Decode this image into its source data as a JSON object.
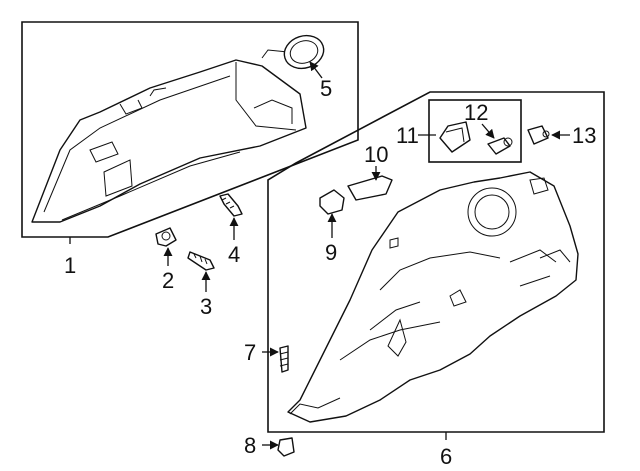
{
  "callouts": {
    "c1": "1",
    "c2": "2",
    "c3": "3",
    "c4": "4",
    "c5": "5",
    "c6": "6",
    "c7": "7",
    "c8": "8",
    "c9": "9",
    "c10": "10",
    "c11": "11",
    "c12": "12",
    "c13": "13"
  },
  "colors": {
    "line": "#111111",
    "background": "#ffffff"
  }
}
